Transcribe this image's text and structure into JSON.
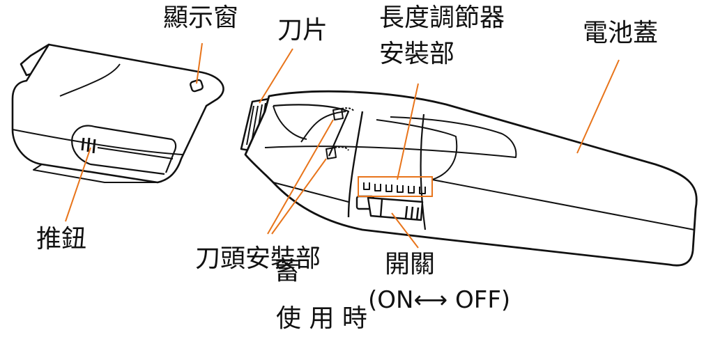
{
  "labels": {
    "display_window": "顯示窗",
    "blade": "刀片",
    "length_adjuster_line1": "長度調節器",
    "length_adjuster_line2": "安裝部",
    "battery_cover": "電池蓋",
    "push_button": "推鈕",
    "blade_head_mount": "刀頭安裝部",
    "overlap_char": "蓄",
    "switch": "開關",
    "switch_states": "(ON⟷ OFF)",
    "caption": "使 用 時"
  },
  "colors": {
    "leader_line": "#e8741a",
    "outline": "#111111",
    "background": "#ffffff"
  }
}
